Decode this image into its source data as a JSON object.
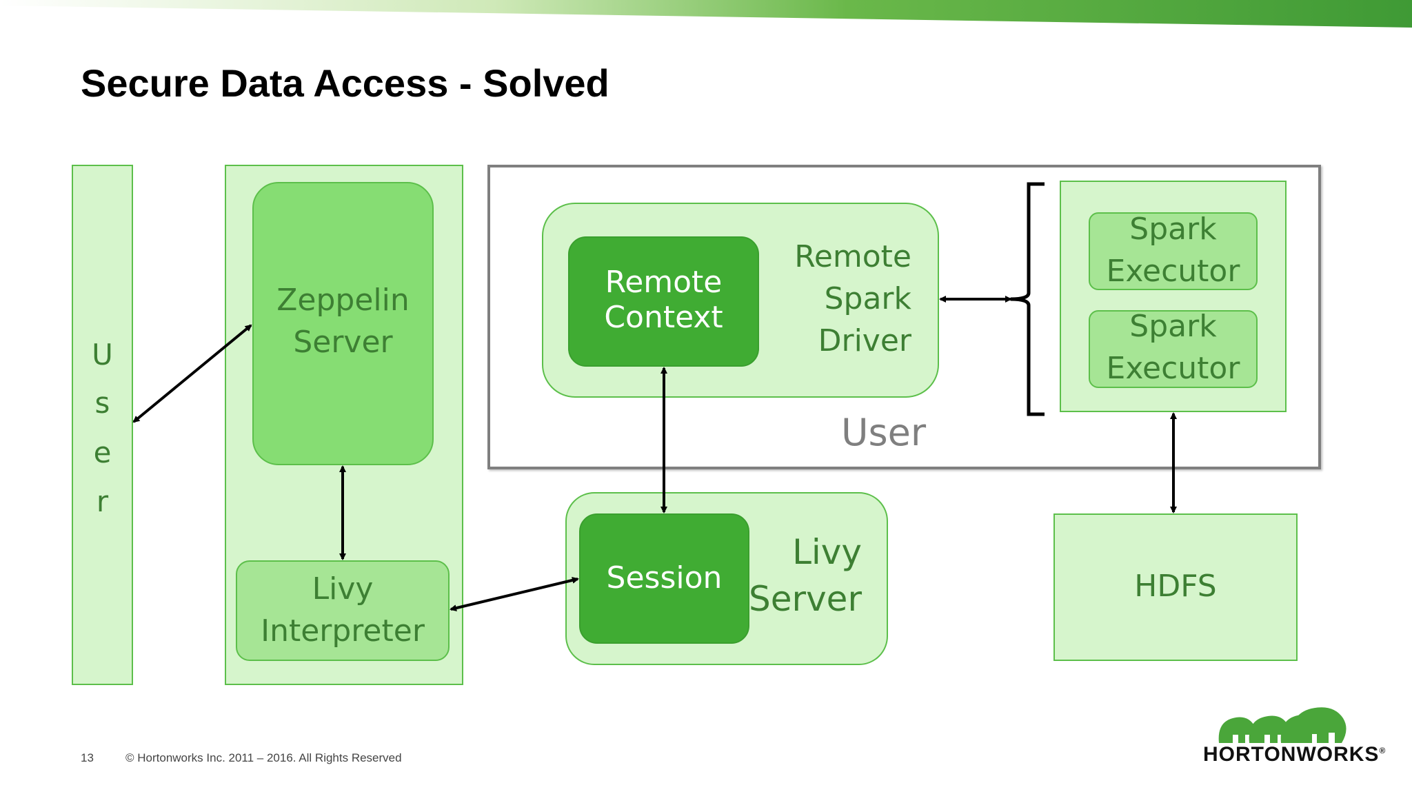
{
  "slide": {
    "title": "Secure Data Access - Solved",
    "page_number": "13",
    "copyright": "© Hortonworks Inc. 2011 – 2016. All Rights Reserved",
    "logo_text": "HORTONWORKS",
    "logo_mark": "®"
  },
  "diagram": {
    "user_bar_letters": [
      "U",
      "s",
      "e",
      "r"
    ],
    "zeppelin_server": "Zeppelin\nServer",
    "livy_interpreter": "Livy\nInterpreter",
    "remote_context": "Remote\nContext",
    "remote_spark_driver": "Remote\nSpark\nDriver",
    "user_frame_label": "User",
    "spark_executor_1": "Spark\nExecutor",
    "spark_executor_2": "Spark\nExecutor",
    "session": "Session",
    "livy_server": "Livy\nServer",
    "hdfs": "HDFS"
  },
  "colors": {
    "accent_green": "#40ac33",
    "light_green": "#d6f5cc",
    "border_green": "#5cbf4a",
    "label_green": "#3d7f33"
  }
}
